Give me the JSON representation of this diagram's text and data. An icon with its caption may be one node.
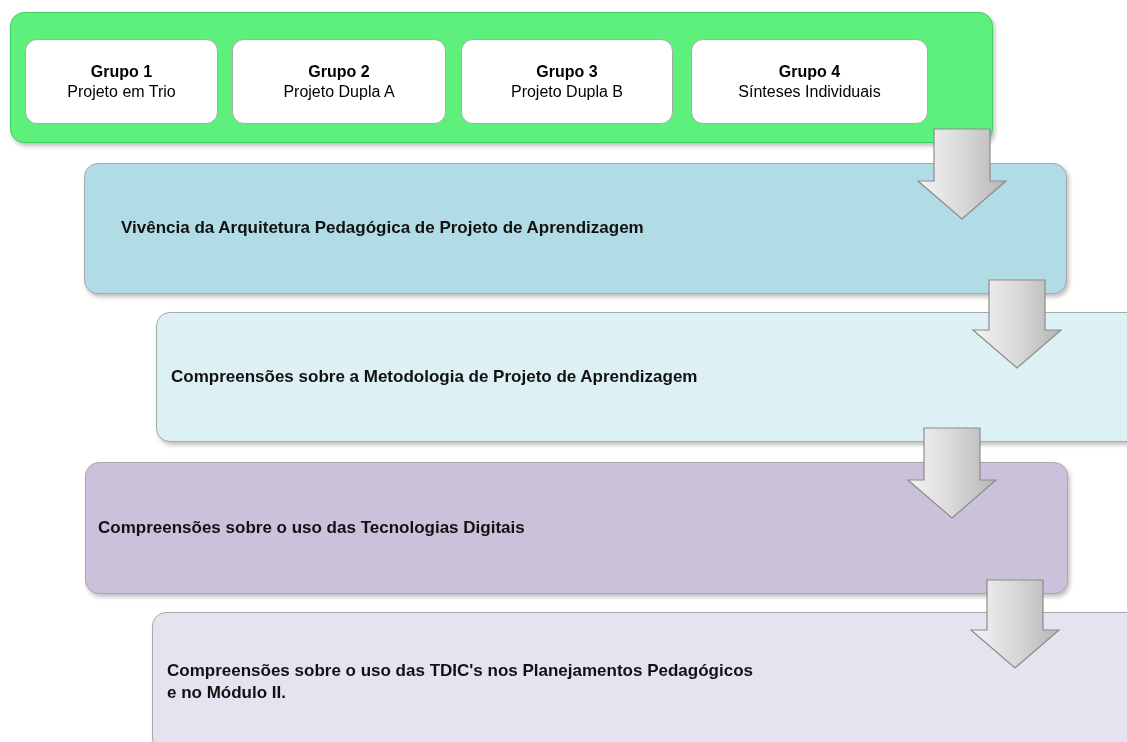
{
  "diagram": {
    "nodes": [
      {
        "text": [],
        "shape": "box"
      },
      {
        "text": [
          "Grupo 1",
          "Projeto em Trio"
        ],
        "in": 0
      },
      {
        "text": [
          "Grupo 2",
          "Projeto Dupla A"
        ],
        "in": 0
      },
      {
        "text": [
          "Grupo 3",
          "Projeto Dupla B"
        ],
        "in": 0
      },
      {
        "text": [
          "Grupo 4",
          "Sínteses Individuais"
        ],
        "in": 0
      },
      {
        "text": [
          "Vivência da Arquitetura Pedagógica de Projeto de Aprendizagem"
        ]
      },
      {
        "text": [
          "Compreensões sobre a Metodologia de Projeto de Aprendizagem"
        ]
      },
      {
        "text": [
          "Compreensões sobre o uso das Tecnologias Digitais"
        ]
      },
      {
        "text": [
          "Compreensões sobre o uso das TDIC's nos Planejamentos Pedagógicos e no Módulo II."
        ]
      }
    ],
    "edges": [
      {
        "from": 0,
        "to": 5,
        "arrow": "to"
      },
      {
        "from": 5,
        "to": 6,
        "arrow": "to"
      },
      {
        "from": 6,
        "to": 7,
        "arrow": "to"
      },
      {
        "from": 7,
        "to": 8,
        "arrow": "to"
      }
    ]
  }
}
